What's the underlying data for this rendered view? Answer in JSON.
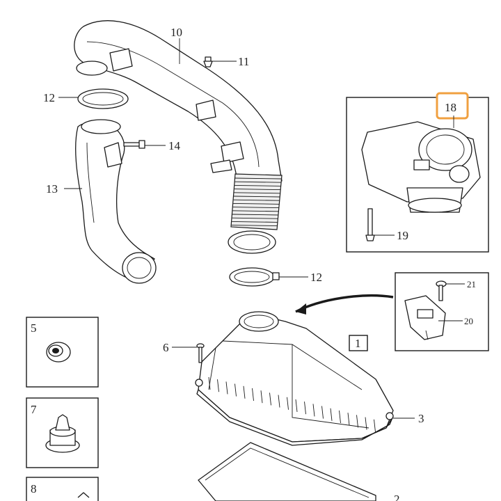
{
  "diagram": {
    "callouts": {
      "c10": "10",
      "c11": "11",
      "c12a": "12",
      "c12b": "12",
      "c13": "13",
      "c14": "14",
      "c18": "18",
      "c19": "19",
      "c21": "21",
      "c20": "20",
      "c1": "1",
      "c6": "6",
      "c3": "3",
      "c5": "5",
      "c7": "7",
      "c8": "8",
      "c2": "2"
    },
    "highlight_color": "#f0a040"
  }
}
